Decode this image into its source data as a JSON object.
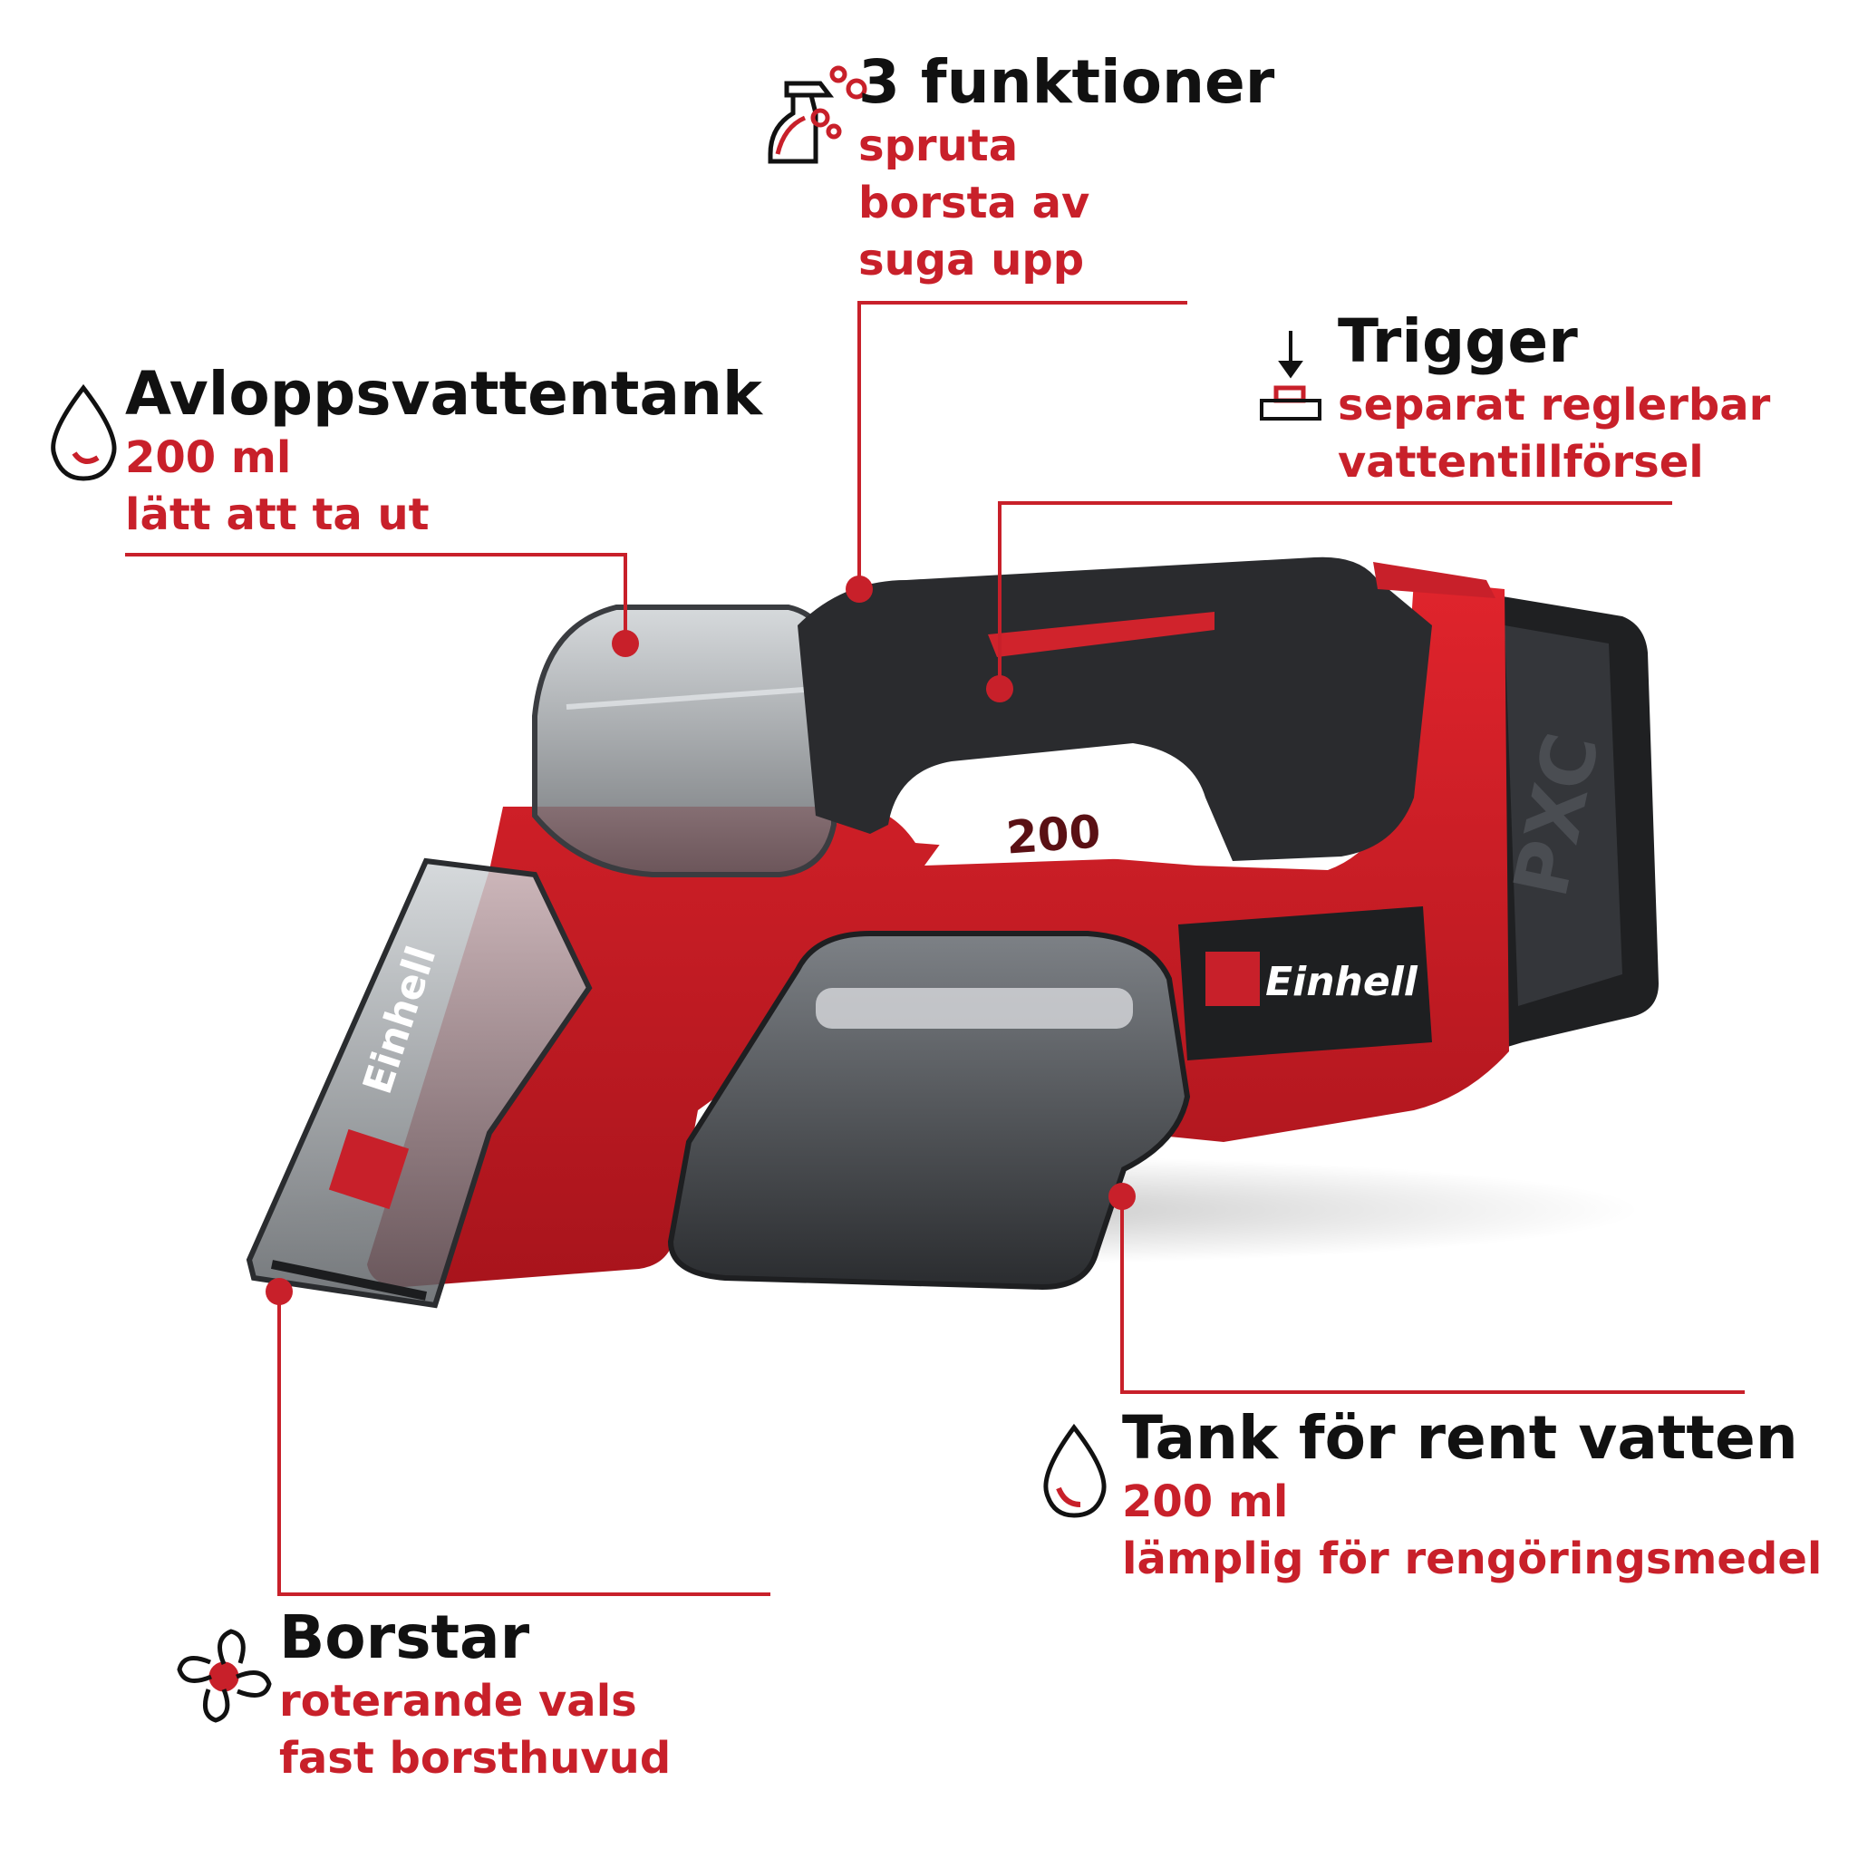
{
  "brand": {
    "accent": "#c8202a",
    "text": "#111111",
    "logo_text": "Einhell"
  },
  "device": {
    "name": "handheld-spot-cleaner",
    "brand_logo": "Einhell",
    "battery_mark": "PXC",
    "display_mark": "200"
  },
  "callouts": {
    "functions": {
      "icon": "spray-bottle-icon",
      "title": "3 funktioner",
      "lines": [
        "spruta",
        "borsta av",
        "suga upp"
      ]
    },
    "trigger": {
      "icon": "trigger-press-icon",
      "title": "Trigger",
      "lines": [
        "separat reglerbar",
        "vattentillförsel"
      ]
    },
    "waste_tank": {
      "icon": "dirty-water-drop-icon",
      "title": "Avloppsvattentank",
      "lines": [
        "200 ml",
        "lätt att ta ut"
      ]
    },
    "clean_tank": {
      "icon": "water-drop-icon",
      "title": "Tank för rent vatten",
      "lines": [
        "200 ml",
        "lämplig för rengöringsmedel"
      ]
    },
    "brushes": {
      "icon": "rotating-brush-icon",
      "title": "Borstar",
      "lines": [
        "roterande vals",
        "fast borsthuvud"
      ]
    }
  }
}
